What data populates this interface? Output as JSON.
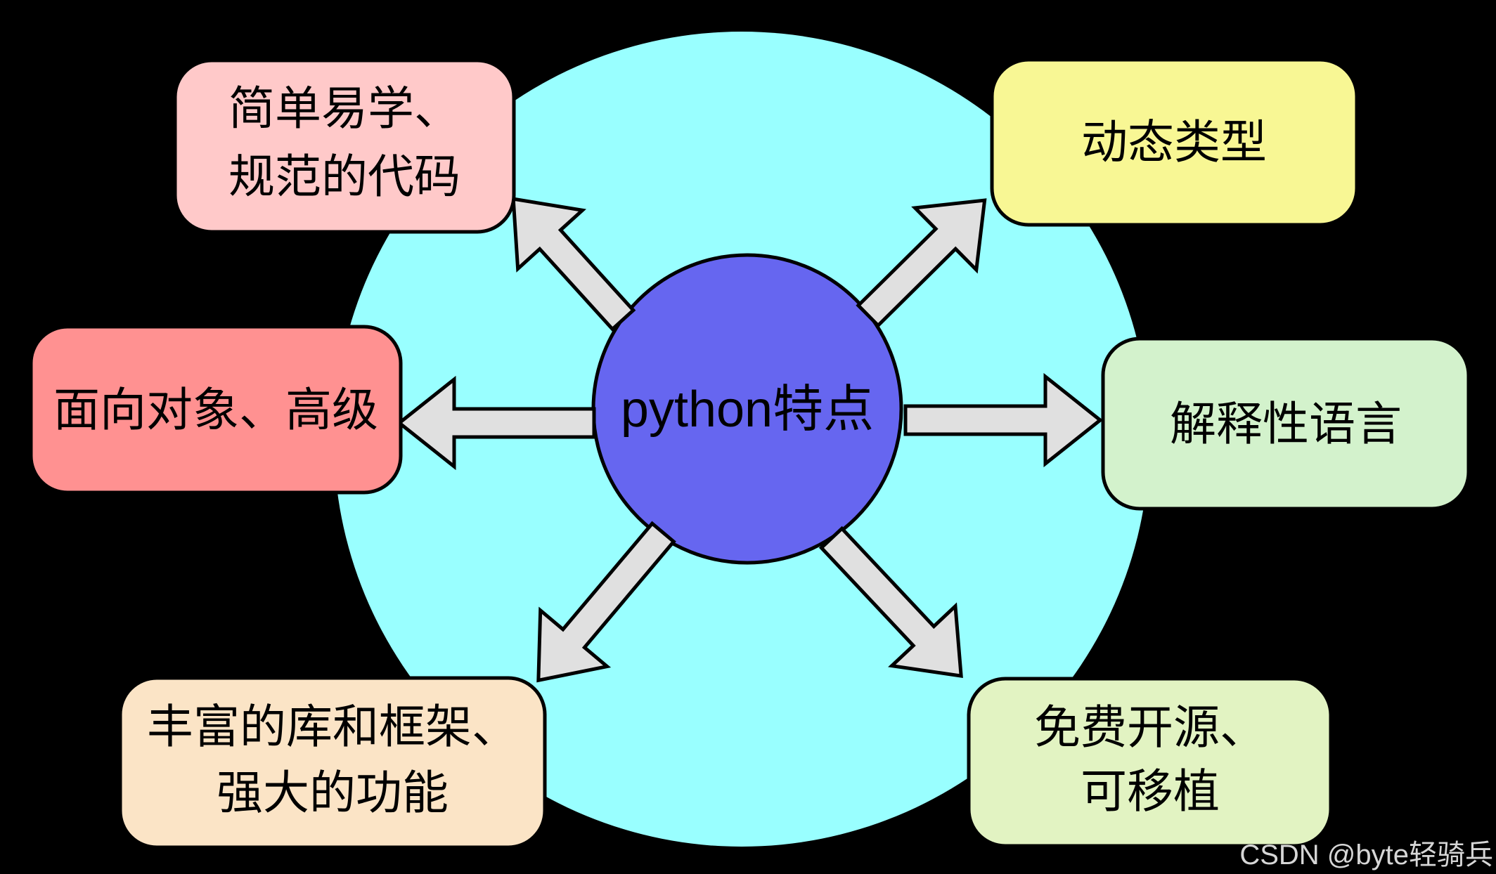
{
  "title": "python特点",
  "background": "#000000",
  "outer_circle": {
    "fill": "#99FFFF"
  },
  "center_node": {
    "label": "python特点",
    "fill": "#6666F0",
    "stroke": "#000000"
  },
  "arrow": {
    "fill": "#E0E0E0",
    "stroke": "#000000"
  },
  "nodes": {
    "top_left": {
      "line1": "简单易学、",
      "line2": "规范的代码",
      "fill": "#FFC9C9"
    },
    "top_right": {
      "label": "动态类型",
      "fill": "#F8F794"
    },
    "left": {
      "label": "面向对象、高级",
      "fill": "#FF9191"
    },
    "right": {
      "label": "解释性语言",
      "fill": "#D3F2CC"
    },
    "bottom_left": {
      "line1": "丰富的库和框架、",
      "line2": "强大的功能",
      "fill": "#FBE4C6"
    },
    "bottom_right": {
      "line1": "免费开源、",
      "line2": "可移植",
      "fill": "#E2F3C2"
    }
  },
  "watermark": {
    "text": "CSDN @byte轻骑兵",
    "color": "#D6D6D6"
  }
}
